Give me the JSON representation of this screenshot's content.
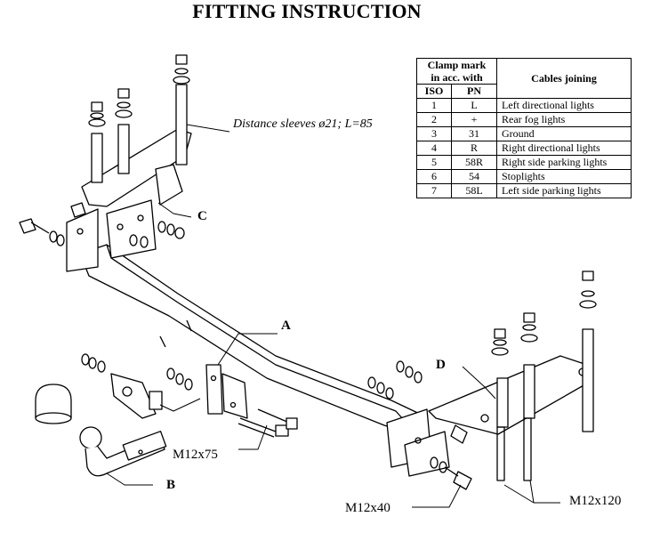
{
  "title": "FITTING INSTRUCTION",
  "table": {
    "header_clamp_line1": "Clamp mark",
    "header_clamp_line2": "in acc. with",
    "header_cables": "Cables joining",
    "col_iso": "ISO",
    "col_pn": "PN",
    "rows": [
      {
        "iso": "1",
        "pn": "L",
        "desc": "Left directional lights"
      },
      {
        "iso": "2",
        "pn": "+",
        "desc": "Rear fog lights"
      },
      {
        "iso": "3",
        "pn": "31",
        "desc": "Ground"
      },
      {
        "iso": "4",
        "pn": "R",
        "desc": "Right directional lights"
      },
      {
        "iso": "5",
        "pn": "58R",
        "desc": "Right side parking lights"
      },
      {
        "iso": "6",
        "pn": "54",
        "desc": "Stoplights"
      },
      {
        "iso": "7",
        "pn": "58L",
        "desc": "Left side parking lights"
      }
    ]
  },
  "labels": {
    "sleeves": "Distance sleeves ø21; L=85",
    "A": "A",
    "B": "B",
    "C": "C",
    "D": "D",
    "m12x75": "M12x75",
    "m12x40": "M12x40",
    "m12x120": "M12x120"
  }
}
